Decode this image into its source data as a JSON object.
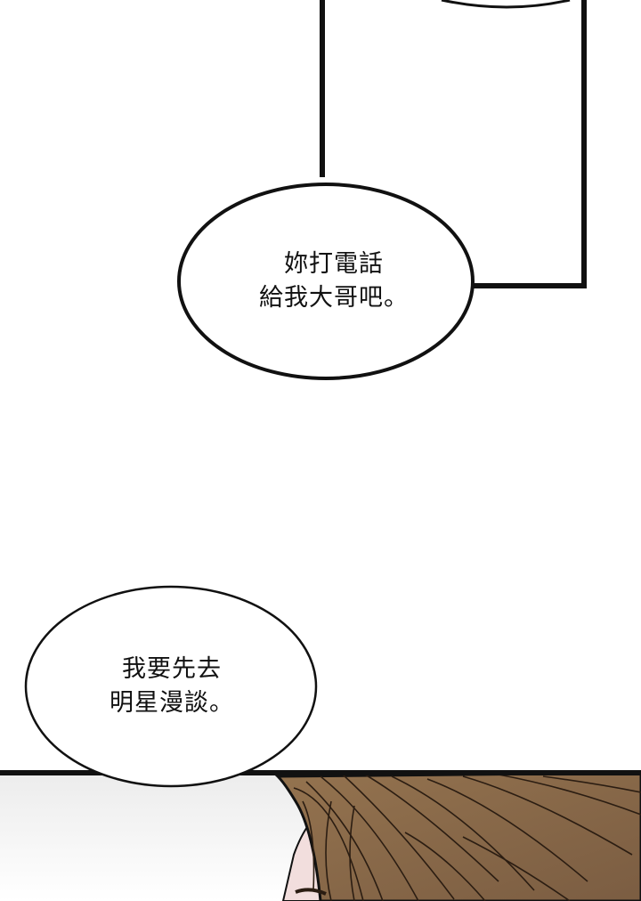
{
  "bubbles": [
    {
      "lines": [
        "妳打電話",
        "給我大哥吧。"
      ]
    },
    {
      "lines": [
        "我要先去",
        "明星漫談。"
      ]
    }
  ],
  "colors": {
    "ink": "#111111",
    "paper": "#ffffff",
    "hair": "#8a6a4c",
    "skin": "#f2dedd"
  }
}
